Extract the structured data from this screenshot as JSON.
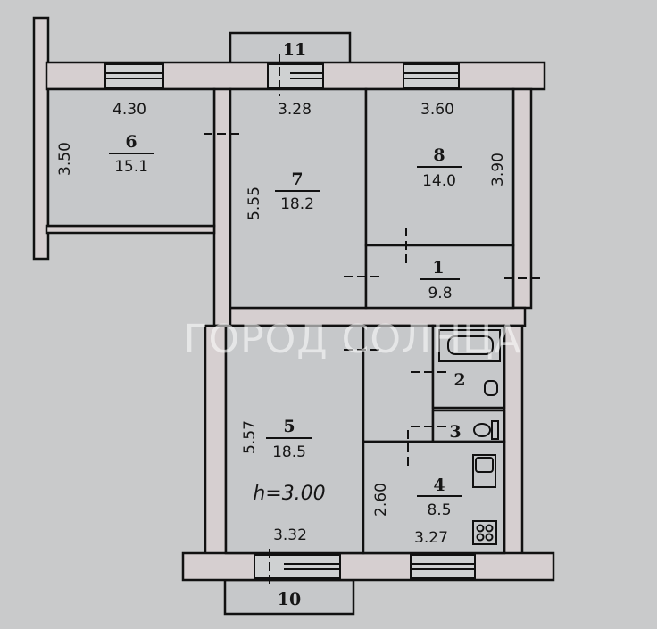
{
  "watermark": "ГОРОД СОЛНЦА",
  "ceiling_height": "h=3.00",
  "rooms": [
    {
      "number": "1",
      "area": "9.8"
    },
    {
      "number": "2"
    },
    {
      "number": "3"
    },
    {
      "number": "4",
      "area": "8.5",
      "width": "3.27",
      "depth": "2.60"
    },
    {
      "number": "5",
      "area": "18.5",
      "width": "3.32",
      "depth": "5.57"
    },
    {
      "number": "6",
      "area": "15.1",
      "width": "4.30",
      "depth": "3.50"
    },
    {
      "number": "7",
      "area": "18.2",
      "width": "3.28",
      "depth": "5.55"
    },
    {
      "number": "8",
      "area": "14.0",
      "width": "3.60",
      "depth": "3.90"
    }
  ],
  "balconies": [
    {
      "number": "10"
    },
    {
      "number": "11"
    }
  ]
}
